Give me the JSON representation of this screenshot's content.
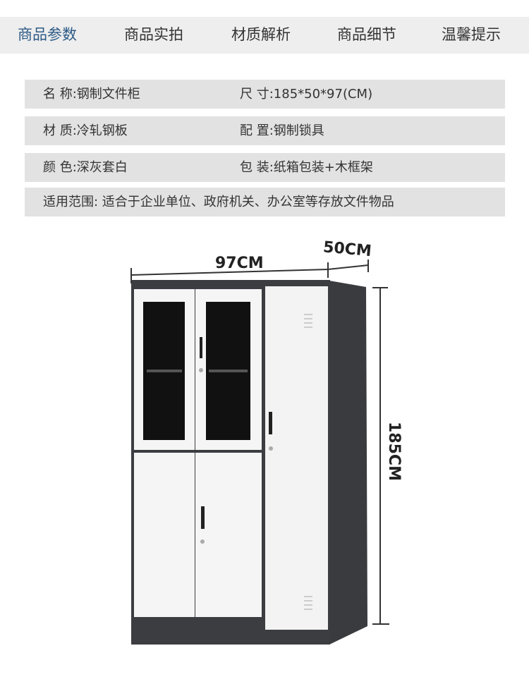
{
  "tabs": [
    {
      "label": "商品参数",
      "active": true
    },
    {
      "label": "商品实拍",
      "active": false
    },
    {
      "label": "材质解析",
      "active": false
    },
    {
      "label": "商品细节",
      "active": false
    },
    {
      "label": "温馨提示",
      "active": false
    }
  ],
  "specs": {
    "name": "名  称:钢制文件柜",
    "size": "尺  寸:185*50*97(CM)",
    "material": "材  质:冷轧钢板",
    "config": "配  置:钢制锁具",
    "color": "颜  色:深灰套白",
    "packing": "包  装:纸箱包装+木框架",
    "scope": "适用范围:  适合于企业单位、政府机关、办公室等存放文件物品"
  },
  "dimensions": {
    "width": "97CM",
    "depth": "50CM",
    "height": "185CM"
  },
  "colors": {
    "active_tab": "#2e5b86",
    "tab_bg": "#eeeeee",
    "row_bg": "#e2e2e2",
    "cabinet_frame": "#3c3d41",
    "cabinet_door": "#f5f5f5"
  }
}
